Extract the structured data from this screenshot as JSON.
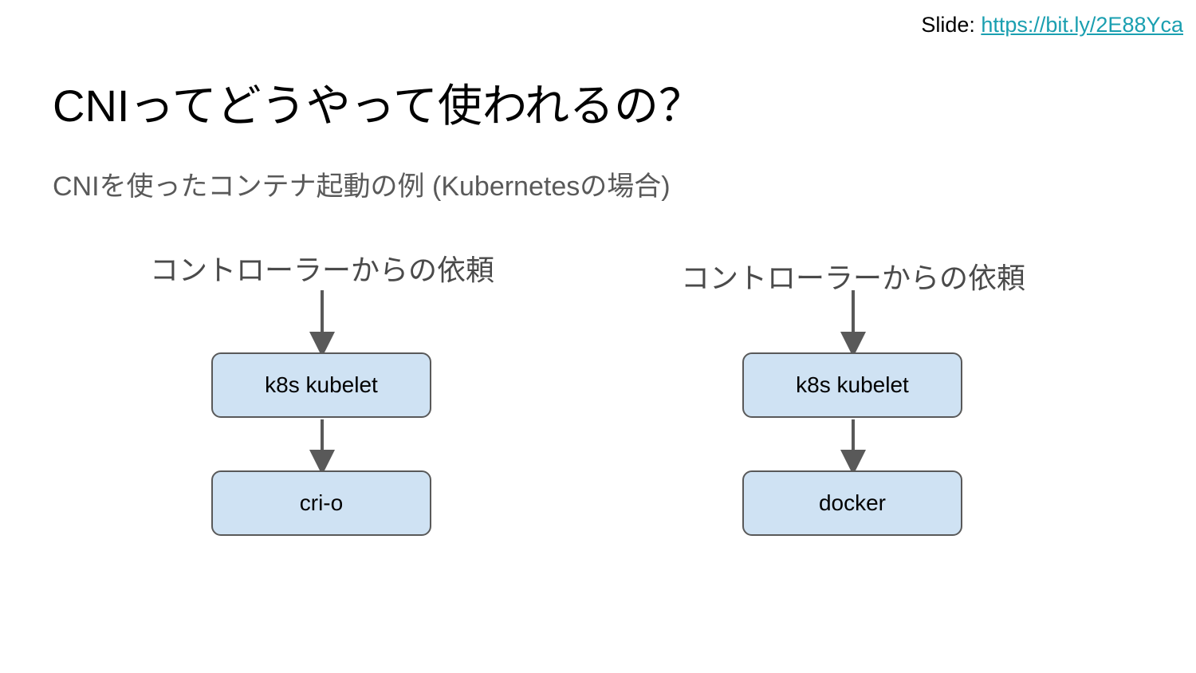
{
  "header": {
    "slide_prefix": "Slide: ",
    "slide_url": "https://bit.ly/2E88Yca"
  },
  "title": "CNIってどうやって使われるの？",
  "subtitle": "CNIを使ったコンテナ起動の例 (Kubernetesの場合)",
  "diagrams": [
    {
      "source_label": "コントローラーからの依頼",
      "nodes": [
        "k8s kubelet",
        "cri-o"
      ]
    },
    {
      "source_label": "コントローラーからの依頼",
      "nodes": [
        "k8s kubelet",
        "docker"
      ]
    }
  ],
  "colors": {
    "node_fill": "#cfe2f3",
    "node_border": "#595959",
    "arrow": "#595959",
    "link": "#1a9fb0"
  }
}
